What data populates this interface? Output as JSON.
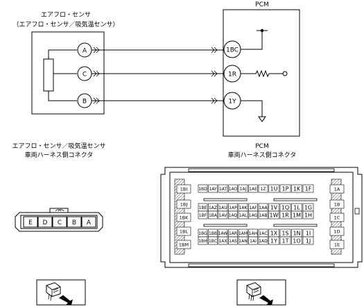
{
  "sensor": {
    "title": "エアフロ・センサ",
    "subtitle": "（エアフロ・センサ／吸気温センサ）",
    "pins": [
      "A",
      "C",
      "B"
    ]
  },
  "pcm": {
    "title": "PCM",
    "pins": [
      "1BC",
      "1R",
      "1Y"
    ]
  },
  "sensor_connector": {
    "title_line1": "エアフロ・センサ／吸気温センサ",
    "title_line2": "車両ハーネス側コネクタ",
    "pins": [
      "E",
      "D",
      "C",
      "B",
      "A"
    ]
  },
  "pcm_connector": {
    "title_line1": "PCM",
    "title_line2": "車両ハーネス側コネクタ",
    "left_labels": [
      "1BI",
      "1BJ",
      "1BK",
      "1BL",
      "1BM"
    ],
    "right_labels": [
      "1A",
      "1B",
      "1C",
      "1D",
      "1E"
    ],
    "rows": [
      [
        "1BD",
        "1AY",
        "1AT",
        "1AO",
        "1AJ",
        "1AE",
        "1Z",
        "1U",
        "1P",
        "1K",
        "1F"
      ],
      [
        "1BE",
        "1AZ",
        "1AU",
        "1AP",
        "1AK",
        "1AF",
        "1AA",
        "1V",
        "1Q",
        "1L",
        "1G"
      ],
      [
        "1BF",
        "1BA",
        "1AV",
        "1AQ",
        "1AL",
        "1AG",
        "1AB",
        "1W",
        "1R",
        "1M",
        "1H"
      ],
      [
        "1BG",
        "1BB",
        "1AW",
        "1AR",
        "1AM",
        "1AH",
        "1AC",
        "1X",
        "1S",
        "1N",
        "1I"
      ],
      [
        "1BH",
        "1BC",
        "1AX",
        "1AS",
        "1AN",
        "1AI",
        "1AD",
        "1Y",
        "1T",
        "1O",
        "1J"
      ]
    ]
  },
  "icons": {
    "sensor_view": "connector-harness-view-icon",
    "pcm_view": "connector-harness-view-icon"
  }
}
